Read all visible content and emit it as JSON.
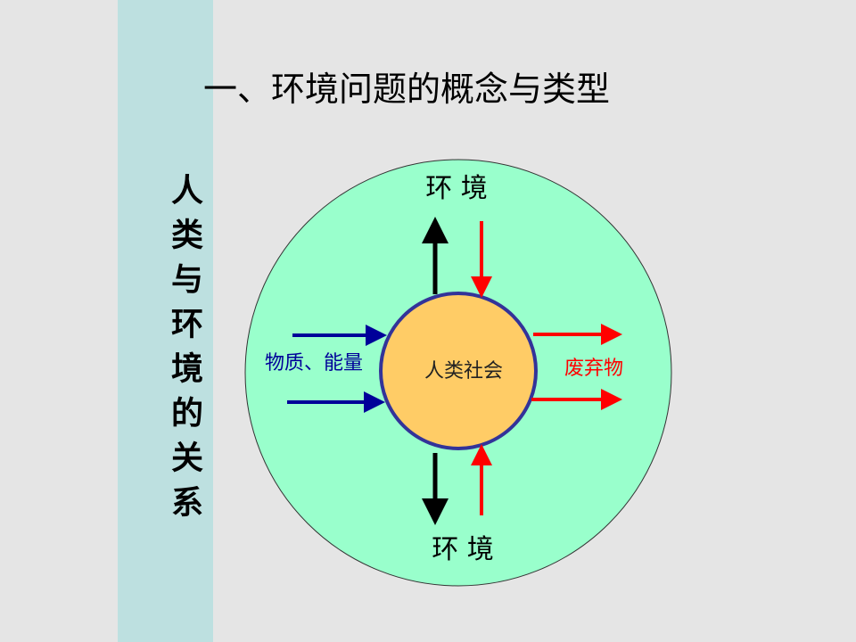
{
  "slide": {
    "title": "一、环境问题的概念与类型",
    "side_title": "人类与环境的关系"
  },
  "diagram": {
    "outer_label_top": "环 境",
    "outer_label_bottom": "环 境",
    "center_label": "人类社会",
    "input_label": "物质、能量",
    "output_label": "废弃物",
    "colors": {
      "outer_circle": "#99ffcc",
      "inner_circle": "#ffcc66",
      "inner_border": "#333399",
      "input_arrows": "#000099",
      "output_arrows": "#ff0000",
      "vertical_out": "#000000",
      "vertical_in": "#ff0000"
    }
  }
}
